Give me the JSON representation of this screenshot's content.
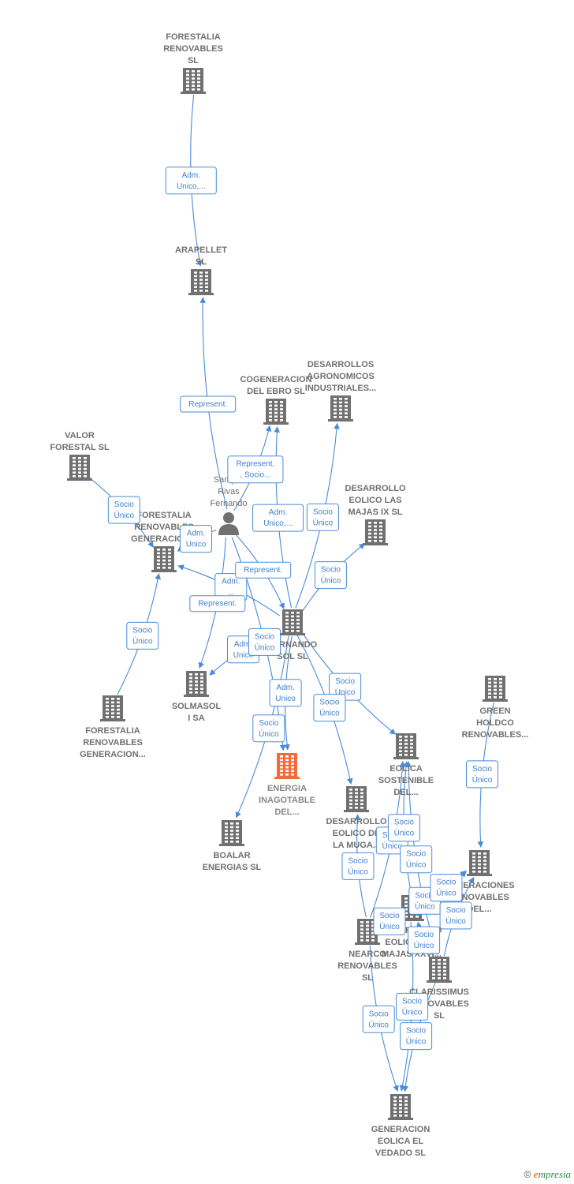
{
  "nodes": [
    {
      "id": "forestalia_renovables_sl",
      "type": "company",
      "lines": [
        "FORESTALIA",
        "RENOVABLES",
        "SL"
      ]
    },
    {
      "id": "arapellet_sl",
      "type": "company",
      "lines": [
        "ARAPELLET",
        "SL"
      ]
    },
    {
      "id": "cogeneracion_ebro",
      "type": "company",
      "lines": [
        "COGENERACION",
        "DEL EBRO  SL"
      ]
    },
    {
      "id": "desarrollos_agronomicos",
      "type": "company",
      "lines": [
        "DESARROLLOS",
        "AGRONOMICOS",
        "INDUSTRIALES..."
      ]
    },
    {
      "id": "valor_forestal",
      "type": "company",
      "lines": [
        "VALOR",
        "FORESTAL SL"
      ]
    },
    {
      "id": "samper_rivas",
      "type": "person",
      "lines": [
        "Samper",
        "Rivas",
        "Fernando"
      ]
    },
    {
      "id": "desarrollo_majas_ix",
      "type": "company",
      "lines": [
        "DESARROLLO",
        "EOLICO LAS",
        "MAJAS IX  SL"
      ]
    },
    {
      "id": "forestalia_generacion_1",
      "type": "company",
      "lines": [
        "FORESTALIA",
        "RENOVABLES",
        "GENERACION..."
      ]
    },
    {
      "id": "fernando_sol",
      "type": "company",
      "lines": [
        "FERNANDO",
        "SOL SL"
      ]
    },
    {
      "id": "forestalia_generacion_2",
      "type": "company",
      "lines": [
        "FORESTALIA",
        "RENOVABLES",
        "GENERACION..."
      ]
    },
    {
      "id": "solmasol",
      "type": "company",
      "lines": [
        "SOLMASOL",
        "I SA"
      ]
    },
    {
      "id": "green_holdco",
      "type": "company",
      "lines": [
        "GREEN",
        "HOLDCO",
        "RENOVABLES..."
      ]
    },
    {
      "id": "energia_inagotable",
      "type": "main",
      "lines": [
        "ENERGIA",
        "INAGOTABLE",
        "DEL..."
      ]
    },
    {
      "id": "eolica_sostenible",
      "type": "company",
      "lines": [
        "EOLICA",
        "SOSTENIBLE",
        "DEL..."
      ]
    },
    {
      "id": "desarrollo_muga",
      "type": "company",
      "lines": [
        "DESARROLLO",
        "EOLICO DE",
        "LA MUGA..."
      ]
    },
    {
      "id": "boalar_energias",
      "type": "company",
      "lines": [
        "BOALAR",
        "ENERGIAS  SL"
      ]
    },
    {
      "id": "generaciones_renovables",
      "type": "company",
      "lines": [
        "GENERACIONES",
        "RENOVABLES",
        "DEL..."
      ]
    },
    {
      "id": "nearco_renovables",
      "type": "company",
      "lines": [
        "NEARCO",
        "RENOVABLES",
        "SL"
      ]
    },
    {
      "id": "desarrollo_majas_xxvi",
      "type": "company",
      "lines": [
        "DESARROLLO",
        "EOLICO LAS",
        "MAJAS XXVI..."
      ]
    },
    {
      "id": "clarissimus",
      "type": "company",
      "lines": [
        "CLARISSIMUS",
        "RENOVABLES",
        "SL"
      ]
    },
    {
      "id": "generacion_vedado",
      "type": "company",
      "lines": [
        "GENERACION",
        "EOLICA EL",
        "VEDADO SL"
      ]
    }
  ],
  "edges": [
    {
      "from": "forestalia_renovables_sl",
      "to": "arapellet_sl",
      "label": [
        "Adm.",
        "Unico,..."
      ]
    },
    {
      "from": "samper_rivas",
      "to": "arapellet_sl",
      "label": [
        "Represent."
      ]
    },
    {
      "from": "samper_rivas",
      "to": "cogeneracion_ebro",
      "label": [
        "Represent.",
        ", Socio..."
      ]
    },
    {
      "from": "fernando_sol",
      "to": "cogeneracion_ebro",
      "label": [
        "Adm.",
        "Unico,..."
      ]
    },
    {
      "from": "fernando_sol",
      "to": "desarrollos_agronomicos",
      "label": [
        "Socio",
        "Único"
      ]
    },
    {
      "from": "valor_forestal",
      "to": "forestalia_generacion_1",
      "label": [
        "Socio",
        "Único"
      ]
    },
    {
      "from": "samper_rivas",
      "to": "forestalia_generacion_1",
      "label": [
        "Adm.",
        "Unico"
      ]
    },
    {
      "from": "fernando_sol",
      "to": "desarrollo_majas_ix",
      "label": [
        "Socio",
        "Único"
      ]
    },
    {
      "from": "fernando_sol",
      "to": "forestalia_generacion_1",
      "label": [
        "Adm.",
        "..."
      ]
    },
    {
      "from": "samper_rivas",
      "to": "fernando_sol",
      "label": [
        "Represent."
      ]
    },
    {
      "from": "forestalia_generacion_2",
      "to": "forestalia_generacion_1",
      "label": [
        "Socio",
        "Único"
      ]
    },
    {
      "from": "samper_rivas",
      "to": "solmasol",
      "label": [
        "Represent."
      ]
    },
    {
      "from": "fernando_sol",
      "to": "solmasol",
      "label": [
        "Adm.",
        "Unico"
      ]
    },
    {
      "from": "samper_rivas",
      "to": "energia_inagotable",
      "label": [
        "Socio",
        "Único"
      ]
    },
    {
      "from": "fernando_sol",
      "to": "energia_inagotable",
      "label": [
        "Adm.",
        "Unico"
      ]
    },
    {
      "from": "fernando_sol",
      "to": "boalar_energias",
      "label": [
        "Socio",
        "Único"
      ]
    },
    {
      "from": "fernando_sol",
      "to": "eolica_sostenible",
      "label": [
        "Socio",
        "Único"
      ]
    },
    {
      "from": "fernando_sol",
      "to": "desarrollo_muga",
      "label": [
        "Socio",
        "Único"
      ]
    },
    {
      "from": "green_holdco",
      "to": "generaciones_renovables",
      "label": [
        "Socio",
        "Único"
      ]
    },
    {
      "from": "nearco_renovables",
      "to": "desarrollo_muga",
      "label": [
        "Socio",
        "Único"
      ]
    },
    {
      "from": "nearco_renovables",
      "to": "eolica_sostenible",
      "label": [
        "Socio",
        "Único"
      ]
    },
    {
      "from": "desarrollo_majas_xxvi",
      "to": "eolica_sostenible",
      "label": [
        "Socio",
        "Único"
      ]
    },
    {
      "from": "nearco_renovables",
      "to": "generaciones_renovables",
      "label": [
        "Socio",
        "Único"
      ]
    },
    {
      "from": "clarissimus",
      "to": "eolica_sostenible",
      "label": [
        "Socio",
        "Único"
      ]
    },
    {
      "from": "desarrollo_majas_xxvi",
      "to": "generaciones_renovables",
      "label": [
        "Socio",
        "Único"
      ]
    },
    {
      "from": "clarissimus",
      "to": "generaciones_renovables",
      "label": [
        "Socio",
        "Único"
      ]
    },
    {
      "from": "nearco_renovables",
      "to": "desarrollo_majas_xxvi",
      "label": [
        "Socio",
        "Único"
      ]
    },
    {
      "from": "clarissimus",
      "to": "desarrollo_majas_xxvi",
      "label": [
        "Socio",
        "Único"
      ]
    },
    {
      "from": "nearco_renovables",
      "to": "generacion_vedado",
      "label": [
        "Socio",
        "Único"
      ]
    },
    {
      "from": "desarrollo_majas_xxvi",
      "to": "generacion_vedado",
      "label": [
        "Socio",
        "Único"
      ]
    },
    {
      "from": "clarissimus",
      "to": "generacion_vedado",
      "label": [
        "Socio",
        "Único"
      ]
    }
  ],
  "footer": {
    "copyright": "©",
    "brand_initial": "e",
    "brand_rest": "mpresia"
  },
  "colors": {
    "edge": "#4a8bd8",
    "icon": "#707070",
    "main_icon": "#f26b3a",
    "label": "#707070"
  },
  "icons": {
    "company": "building-icon",
    "person": "person-icon"
  }
}
